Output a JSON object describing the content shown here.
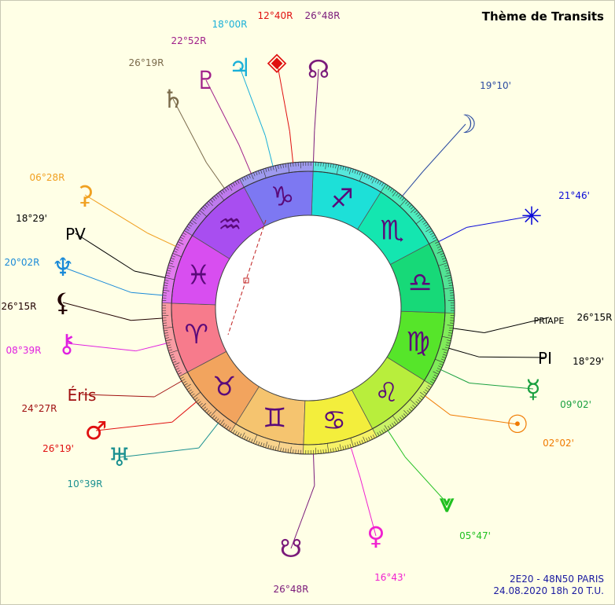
{
  "title": "Thème de Transits",
  "footer": {
    "location": "2E20 - 48N50  PARIS",
    "datetime": "24.08.2020 18h 20 T.U."
  },
  "signs": [
    {
      "glyph": "♈",
      "name": "aries",
      "color": "#f77b8c"
    },
    {
      "glyph": "♉",
      "name": "taurus",
      "color": "#f2a45e"
    },
    {
      "glyph": "♊",
      "name": "gemini",
      "color": "#f5c46f"
    },
    {
      "glyph": "♋",
      "name": "cancer",
      "color": "#f3ee3c"
    },
    {
      "glyph": "♌",
      "name": "leo",
      "color": "#b8ee3c"
    },
    {
      "glyph": "♍",
      "name": "virgo",
      "color": "#56e52a"
    },
    {
      "glyph": "♎",
      "name": "libra",
      "color": "#17d978"
    },
    {
      "glyph": "♏",
      "name": "scorpio",
      "color": "#14e6b0"
    },
    {
      "glyph": "♐",
      "name": "sagittarius",
      "color": "#1de0d8"
    },
    {
      "glyph": "♑",
      "name": "capricorn",
      "color": "#7d78f2"
    },
    {
      "glyph": "♒",
      "name": "aquarius",
      "color": "#a84ef0"
    },
    {
      "glyph": "♓",
      "name": "pisces",
      "color": "#d84ef0"
    }
  ],
  "planets": [
    {
      "name": "node-north",
      "glyph": "☊",
      "degree": "26°48R",
      "color": "#7a1a7a"
    },
    {
      "name": "moon",
      "glyph": "☽",
      "degree": "19°10'",
      "color": "#2a4aa0"
    },
    {
      "name": "star",
      "glyph": "✳",
      "degree": "21°46'",
      "color": "#0a0ad8"
    },
    {
      "name": "priape",
      "label": "PRIAPE",
      "degree": "26°15R",
      "color": "#000000"
    },
    {
      "name": "pi",
      "label": "PI",
      "degree": "18°29'",
      "color": "#000000"
    },
    {
      "name": "mercury",
      "glyph": "☿",
      "degree": "09°02'",
      "color": "#1aa040"
    },
    {
      "name": "sun",
      "glyph": "☉",
      "degree": "02°02'",
      "color": "#f07a00"
    },
    {
      "name": "lunar-south",
      "glyph": "⩔",
      "degree": "05°47'",
      "color": "#20c020"
    },
    {
      "name": "venus",
      "glyph": "♀",
      "degree": "16°43'",
      "color": "#f020d0"
    },
    {
      "name": "node-south",
      "glyph": "☋",
      "degree": "26°48R",
      "color": "#7a1a7a"
    },
    {
      "name": "uranus",
      "glyph": "♅",
      "degree": "10°39R",
      "color": "#1a9090"
    },
    {
      "name": "mars",
      "glyph": "♂",
      "degree": "26°19'",
      "color": "#e01010"
    },
    {
      "name": "eris",
      "label": "Éris",
      "degree": "24°27R",
      "color": "#a01010"
    },
    {
      "name": "chiron",
      "glyph": "⚷",
      "degree": "08°39R",
      "color": "#e020e0"
    },
    {
      "name": "lilith",
      "glyph": "⚸",
      "degree": "26°15R",
      "color": "#200000"
    },
    {
      "name": "neptune",
      "glyph": "♆",
      "degree": "20°02R",
      "color": "#1a8ad8"
    },
    {
      "name": "pv",
      "label": "PV",
      "degree": "18°29'",
      "color": "#000000"
    },
    {
      "name": "ceres",
      "glyph": "⚳",
      "degree": "06°28R",
      "color": "#f0a020"
    },
    {
      "name": "saturn",
      "glyph": "♄",
      "degree": "26°19R",
      "color": "#7a6a4a"
    },
    {
      "name": "pluto",
      "glyph": "♇",
      "degree": "22°52R",
      "color": "#a0208a"
    },
    {
      "name": "jupiter",
      "glyph": "♃",
      "degree": "18°00R",
      "color": "#1ab0d8"
    },
    {
      "name": "pallas",
      "glyph": "◈",
      "degree": "12°40R",
      "color": "#e01010"
    }
  ]
}
